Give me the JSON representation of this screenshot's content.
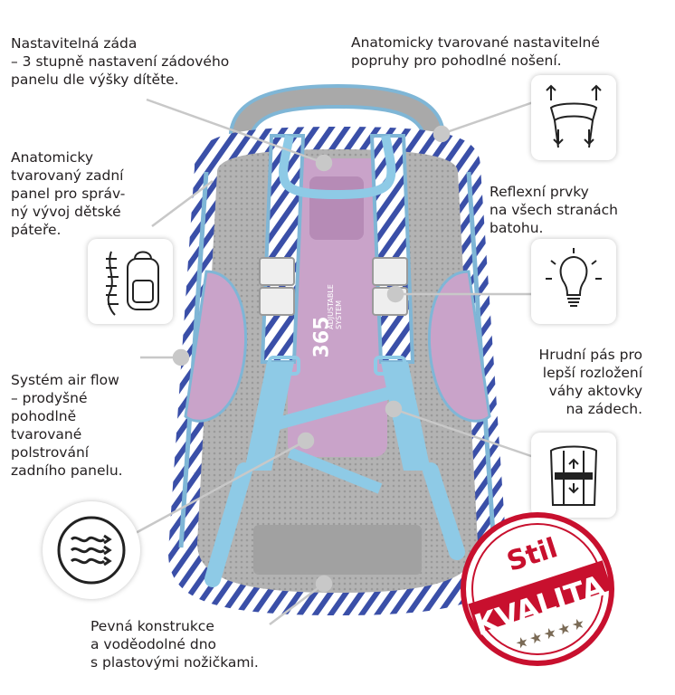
{
  "callouts": {
    "adjustable_back": "Nastavitelná záda\n– 3 stupně nastavení zádového\npanelu dle výšky dítěte.",
    "straps": "Anatomicky tvarované nastavitelné\npopruhy pro pohodlné nošení.",
    "back_panel": "Anatomicky\ntvarovaný zadní\npanel pro správ-\nný vývoj dětské\npáteře.",
    "reflective": "Reflexní prvky\nna všech stranách\nbatohu.",
    "air_flow": "Systém air flow\n– prodyšné\npohodlně\ntvarované\npolstrování\nzadního panelu.",
    "chest_strap": "Hrudní pás pro\nlepší rozložení\nváhy aktovky\nna zádech.",
    "bottom": "Pevná konstrukce\na voděodolné dno\ns plastovými nožičkami."
  },
  "bag_label": {
    "brand": "365",
    "system": "ADJUSTABLE\nSYSTEM"
  },
  "stamp": {
    "line1": "Stil",
    "line2": "KVALITA",
    "stars": "★★★★★"
  },
  "colors": {
    "strap_blue": "#8ecae6",
    "zebra_blue": "#3a4fa8",
    "panel_pink": "#c9a3c9",
    "mesh_grey": "#a8a8a8",
    "stamp_red": "#c8102e"
  },
  "icons": {
    "straps": "shoulder-straps-arrows-icon",
    "spine": "spine-backpack-icon",
    "reflective": "light-bulb-icon",
    "chest": "chest-strap-icon",
    "airflow": "air-flow-waves-icon"
  }
}
